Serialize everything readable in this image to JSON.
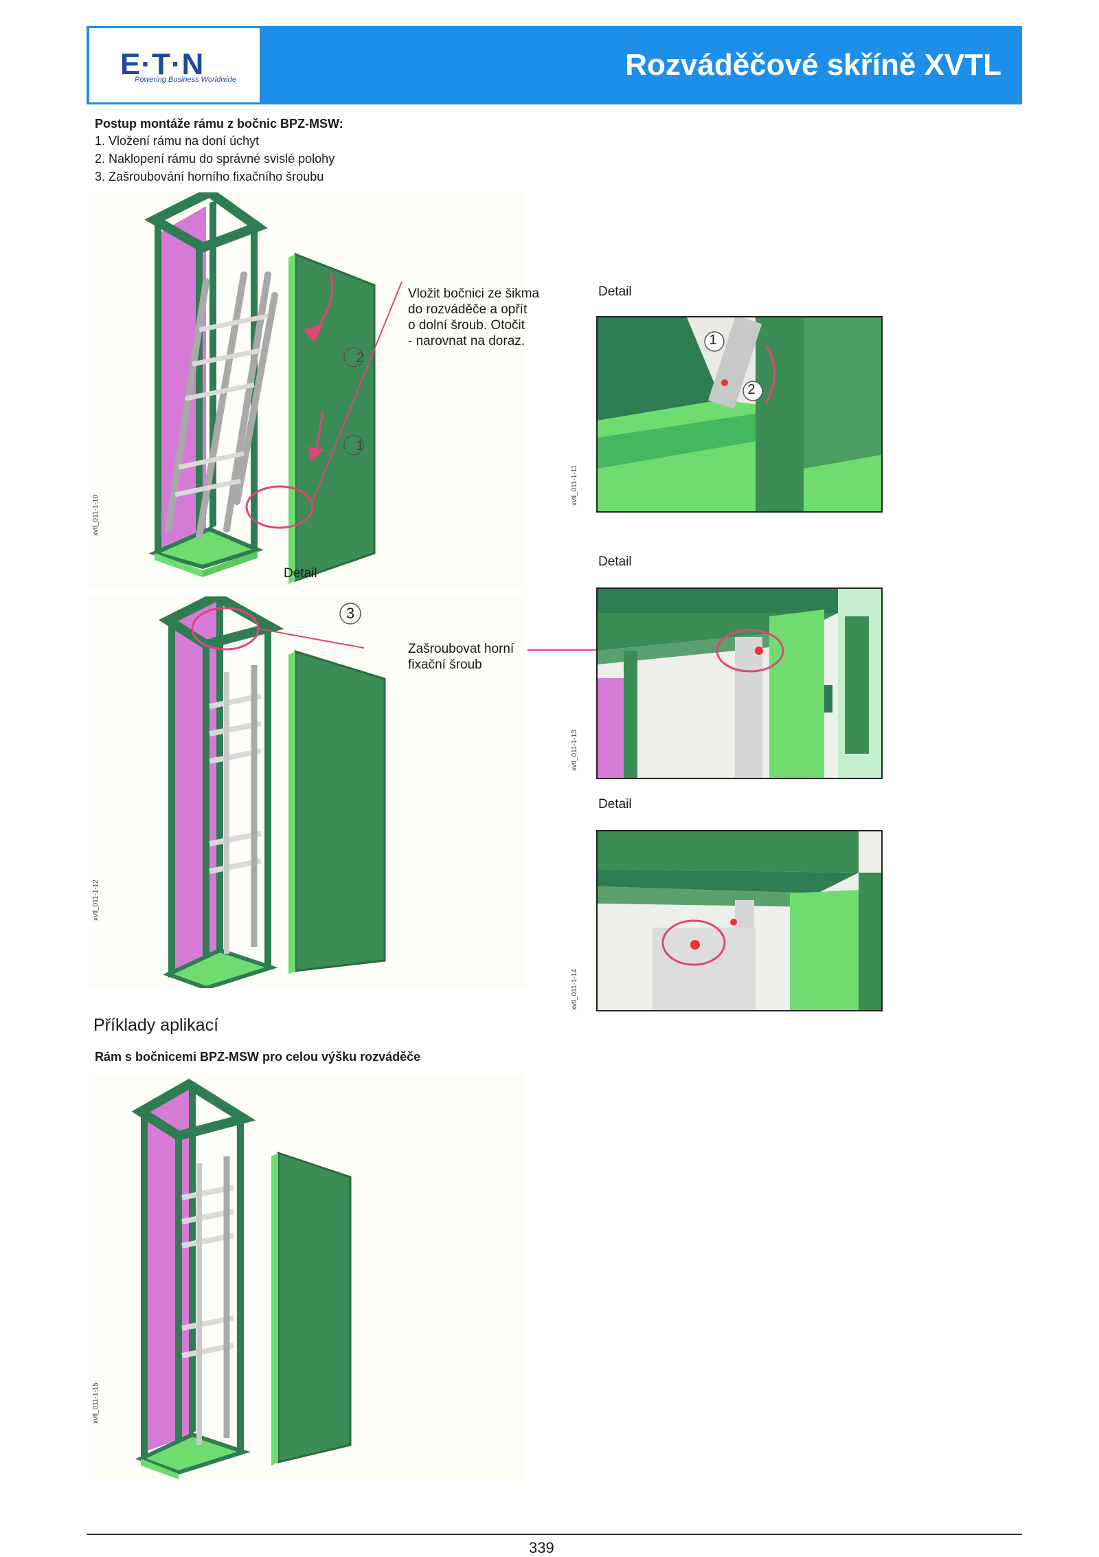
{
  "header": {
    "logo_word": "E·T·N",
    "logo_tagline": "Powering Business Worldwide",
    "title": "Rozváděčové skříně XVTL"
  },
  "intro": {
    "heading": "Postup montáže rámu z bočnic BPZ-MSW:",
    "steps": [
      "1. Vložení rámu na doní úchyt",
      "2. Naklopení rámu do správné svislé polohy",
      "3. Zašroubování horního fixačního šroubu"
    ]
  },
  "figures": {
    "fig1": {
      "id": "xvtl_011-1-10",
      "callout": [
        "Vložit bočnici ze šikma",
        "do rozváděče a opřít",
        "o dolní šroub. Otočit",
        "- narovnat na doraz."
      ],
      "marker_1": "1",
      "marker_2": "2",
      "detail_label": "Detail"
    },
    "detail1": {
      "id": "xvtl_011-1-11",
      "label": "Detail",
      "marker_1": "1",
      "marker_2": "2"
    },
    "fig2": {
      "id": "xvtl_011-1-12",
      "marker_3": "3",
      "callout": [
        "Zašroubovat horní",
        "fixační šroub"
      ]
    },
    "detail2": {
      "id": "xvtl_011-1-13",
      "label": "Detail"
    },
    "detail3": {
      "id": "xvtl_011-1-14",
      "label": "Detail"
    }
  },
  "examples": {
    "heading": "Příklady aplikací",
    "subheading": "Rám s bočnicemi BPZ-MSW pro celou výšku rozváděče",
    "fig_id": "xvtl_011-1-15"
  },
  "footer": {
    "page_number": "339"
  },
  "colors": {
    "header_blue": "#1e8fe8",
    "cabinet_green": "#3a8a5a",
    "light_green": "#7ee07a",
    "panel_magenta": "#d57bd6",
    "callout_pink": "#e0457a"
  }
}
